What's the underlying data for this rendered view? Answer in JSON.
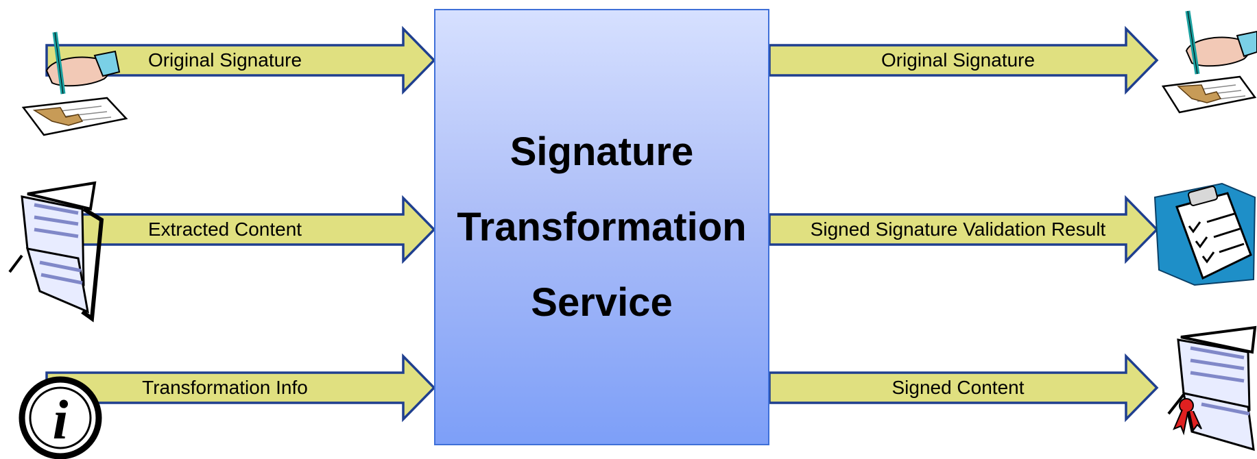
{
  "service": {
    "title_lines": [
      "Signature",
      "Transformation",
      "Service"
    ]
  },
  "inputs": [
    {
      "label": "Original Signature",
      "icon": "signing-hand-icon"
    },
    {
      "label": "Extracted Content",
      "icon": "open-document-icon"
    },
    {
      "label": "Transformation Info",
      "icon": "info-icon"
    }
  ],
  "outputs": [
    {
      "label": "Original Signature",
      "icon": "signing-hand-icon"
    },
    {
      "label": "Signed Signature Validation Result",
      "icon": "clipboard-checklist-icon"
    },
    {
      "label": "Signed Content",
      "icon": "certified-document-icon"
    }
  ],
  "colors": {
    "arrow_fill": "#e0e080",
    "arrow_stroke": "#1f3f8f",
    "box_top": "#d6e0ff",
    "box_bottom": "#7d9ff8",
    "box_border": "#3e6fd8"
  }
}
